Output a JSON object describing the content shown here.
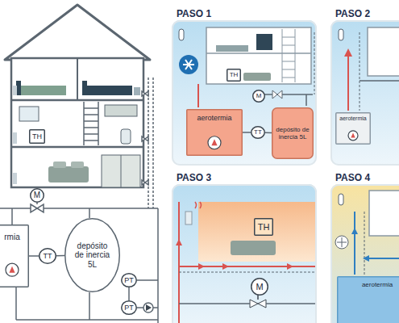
{
  "diagram": {
    "nodes": [
      {
        "text": [
          "TH"
        ]
      },
      {
        "text": [
          "M"
        ]
      },
      {
        "text": [
          "rmia"
        ]
      },
      {
        "text": [
          "TT"
        ]
      },
      {
        "text": [
          "depósito de inercia 5L"
        ]
      },
      {
        "text": [
          "PT"
        ]
      },
      {
        "text": [
          "PT"
        ]
      },
      {
        "text": [
          "PASO 1"
        ]
      },
      {
        "text": [
          "TH"
        ],
        "in": 7
      },
      {
        "text": [
          "M"
        ],
        "in": 7
      },
      {
        "text": [
          "aerotermia"
        ],
        "in": 7
      },
      {
        "text": [
          "TT"
        ],
        "in": 7
      },
      {
        "text": [
          "depósito de inercia 5L"
        ],
        "in": 7
      },
      {
        "text": [
          "PASO 2"
        ]
      },
      {
        "text": [
          "aerotermia"
        ],
        "in": 13
      },
      {
        "text": [
          "PASO 3"
        ]
      },
      {
        "text": [
          "TH"
        ],
        "in": 15
      },
      {
        "text": [
          "M"
        ],
        "in": 15
      },
      {
        "text": [
          "PASO 4"
        ]
      },
      {
        "text": [
          "aerotermia"
        ],
        "in": 18
      }
    ],
    "edges": [
      {
        "from": 2,
        "to": 3,
        "arrow": "none"
      },
      {
        "from": 3,
        "to": 4,
        "arrow": "none"
      },
      {
        "from": 5,
        "to": 6,
        "arrow": "none"
      },
      {
        "from": 10,
        "to": 11,
        "arrow": "none"
      },
      {
        "from": 11,
        "to": 12,
        "arrow": "none"
      }
    ]
  }
}
